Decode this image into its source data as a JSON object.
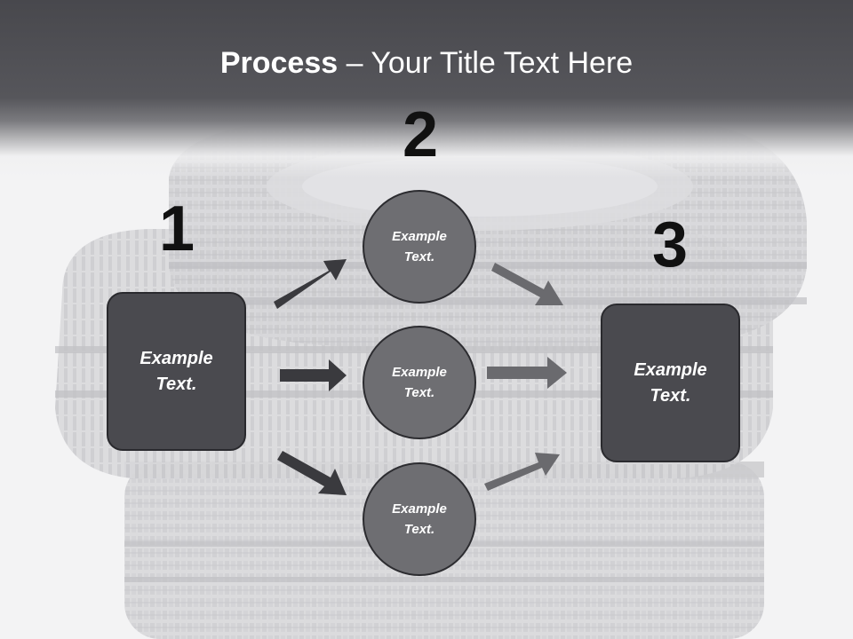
{
  "slide": {
    "title_bold": "Process",
    "title_rest": " – Your Title Text Here",
    "steps": [
      "1",
      "2",
      "3"
    ],
    "left_box": {
      "line1": "Example",
      "line2": "Text."
    },
    "right_box": {
      "line1": "Example",
      "line2": "Text."
    },
    "circles": [
      {
        "line1": "Example",
        "line2": "Text."
      },
      {
        "line1": "Example",
        "line2": "Text."
      },
      {
        "line1": "Example",
        "line2": "Text."
      }
    ]
  },
  "colors": {
    "header": "#4d4d52",
    "box_fill": "#4a4a4f",
    "circle_fill": "#6e6e72",
    "arrow_dark": "#3a3a3e",
    "arrow_light": "#6a6a6e",
    "number": "#111111"
  },
  "icons": [
    "tire-stack-background"
  ]
}
